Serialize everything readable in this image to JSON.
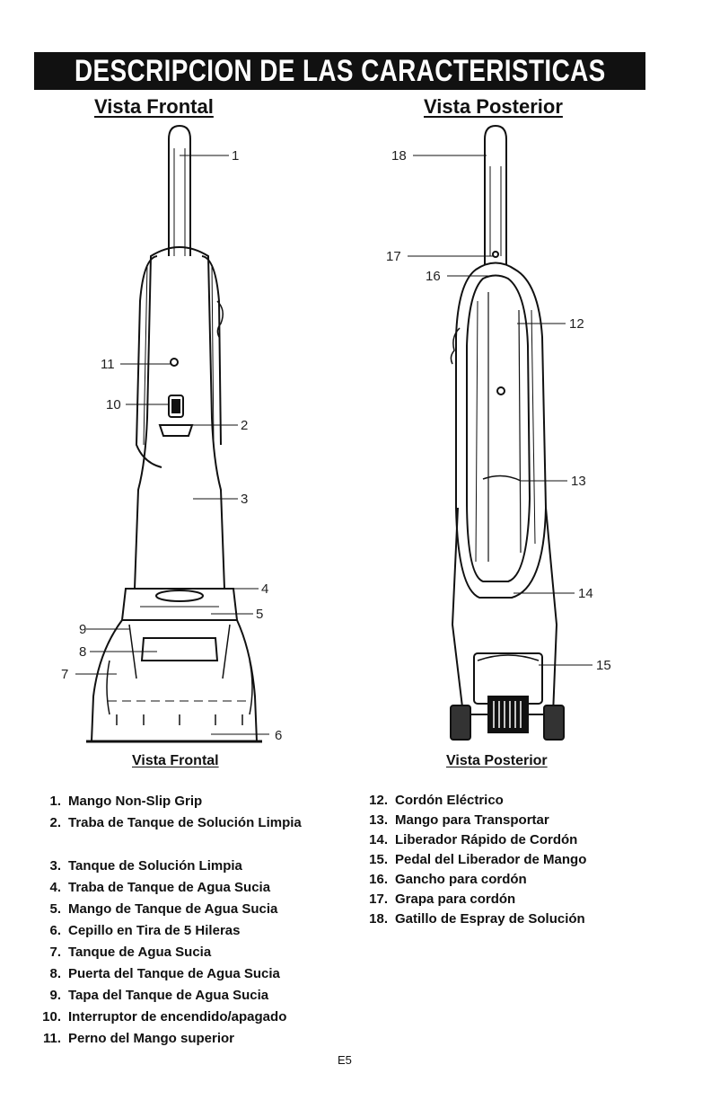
{
  "banner_title": "DESCRIPCION DE LAS CARACTERISTICAS",
  "front": {
    "heading": "Vista Frontal",
    "caption": "Vista Frontal",
    "callouts": [
      "1",
      "2",
      "3",
      "4",
      "5",
      "6",
      "7",
      "8",
      "9",
      "10",
      "11"
    ]
  },
  "rear": {
    "heading": "Vista Posterior",
    "caption": "Vista Posterior",
    "callouts": [
      "12",
      "13",
      "14",
      "15",
      "16",
      "17",
      "18"
    ]
  },
  "features_left": [
    {
      "num": "1.",
      "text": "Mango Non-Slip Grip"
    },
    {
      "num": "2.",
      "text": "Traba de Tanque de Solución Limpia"
    },
    {
      "num": "3.",
      "text": "Tanque de Solución Limpia"
    },
    {
      "num": "4.",
      "text": "Traba de Tanque de Agua Sucia"
    },
    {
      "num": "5.",
      "text": "Mango de Tanque de Agua Sucia"
    },
    {
      "num": "6.",
      "text": "Cepillo en Tira de 5 Hileras"
    },
    {
      "num": "7.",
      "text": "Tanque de Agua Sucia"
    },
    {
      "num": "8.",
      "text": "Puerta del Tanque de Agua Sucia"
    },
    {
      "num": "9.",
      "text": "Tapa del Tanque de Agua Sucia"
    },
    {
      "num": "10.",
      "text": "Interruptor de encendido/apagado"
    },
    {
      "num": "11.",
      "text": "Perno del Mango superior"
    }
  ],
  "features_right": [
    {
      "num": "12.",
      "text": "Cordón Eléctrico"
    },
    {
      "num": "13.",
      "text": "Mango para Transportar"
    },
    {
      "num": "14.",
      "text": "Liberador Rápido de Cordón"
    },
    {
      "num": "15.",
      "text": "Pedal del Liberador de Mango"
    },
    {
      "num": "16.",
      "text": "Gancho para cordón"
    },
    {
      "num": "17.",
      "text": "Grapa para cordón"
    },
    {
      "num": "18.",
      "text": "Gatillo de Espray de Solución"
    }
  ],
  "page_number": "E5"
}
